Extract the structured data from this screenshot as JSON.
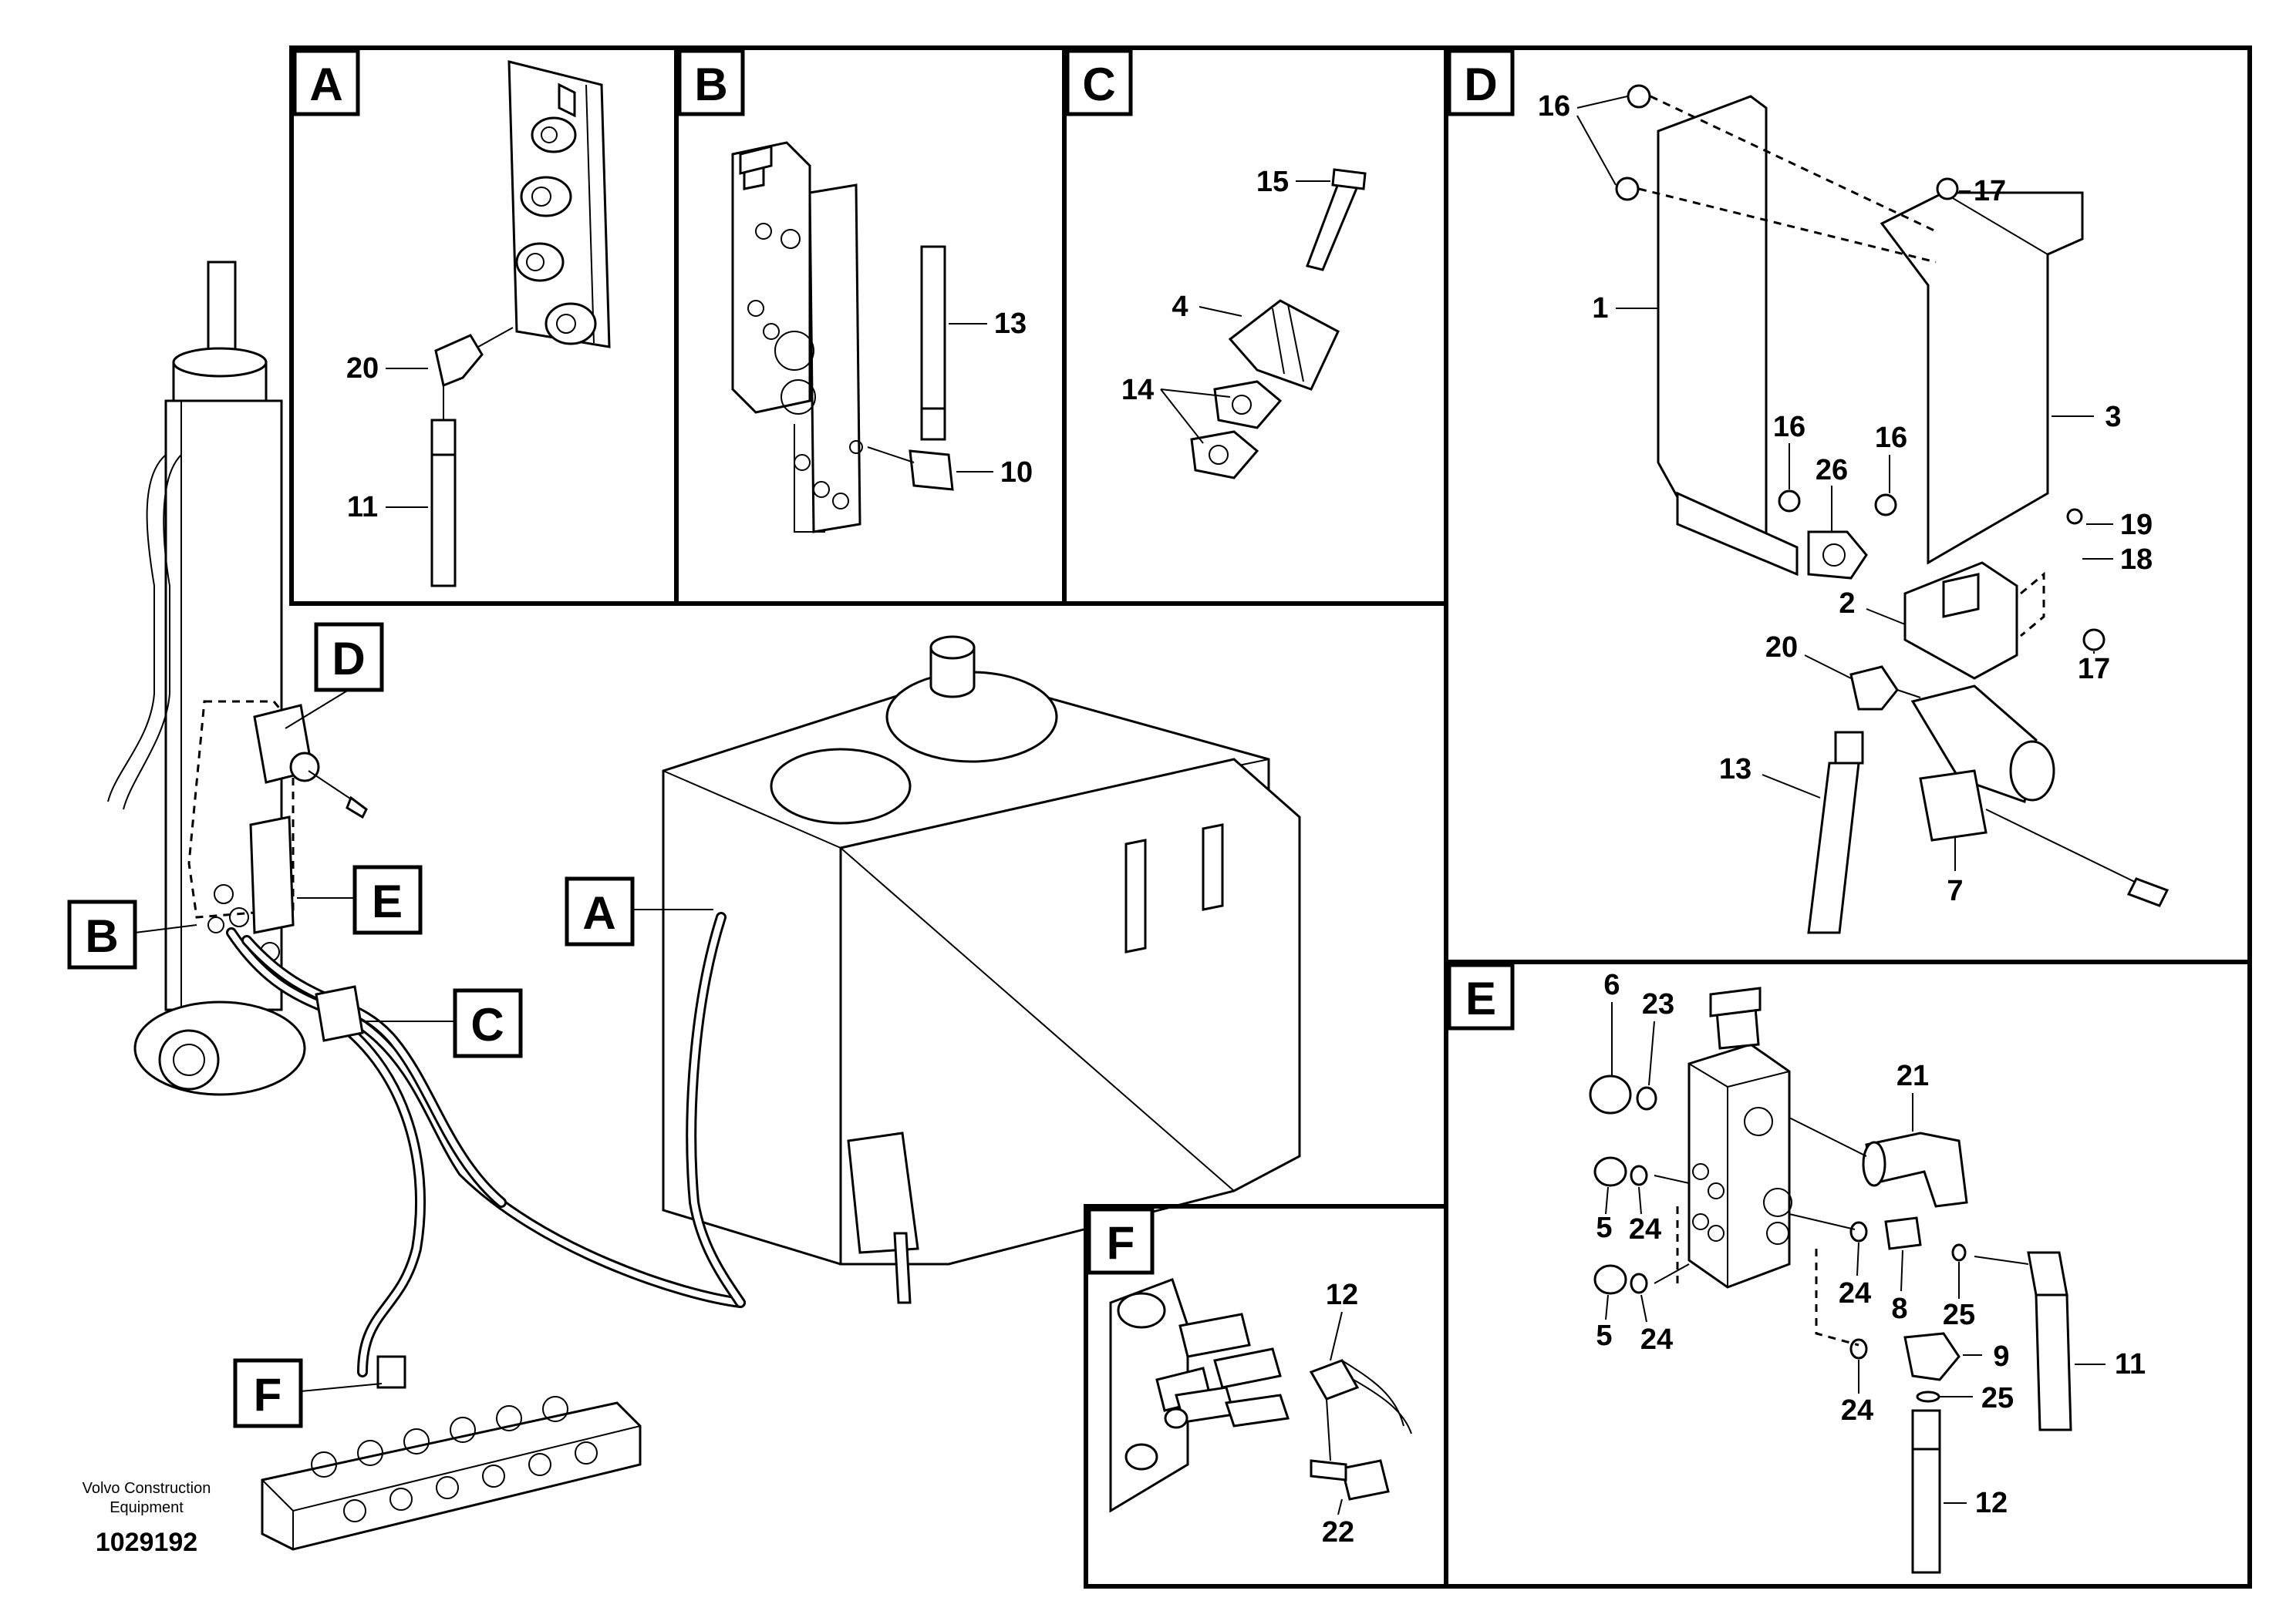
{
  "panels": {
    "A": {
      "letter": "A",
      "callouts": [
        "20",
        "11"
      ]
    },
    "B": {
      "letter": "B",
      "callouts": [
        "13",
        "10"
      ]
    },
    "C": {
      "letter": "C",
      "callouts": [
        "15",
        "4",
        "14"
      ]
    },
    "D": {
      "letter": "D",
      "callouts": [
        "16",
        "17",
        "1",
        "3",
        "16",
        "26",
        "16",
        "19",
        "18",
        "2",
        "17",
        "20",
        "13",
        "7"
      ]
    },
    "E": {
      "letter": "E",
      "callouts": [
        "6",
        "23",
        "21",
        "5",
        "24",
        "24",
        "8",
        "25",
        "9",
        "11",
        "5",
        "24",
        "24",
        "25",
        "12"
      ]
    },
    "F": {
      "letter": "F",
      "callouts": [
        "12",
        "22"
      ]
    }
  },
  "overview_labels": [
    "D",
    "E",
    "B",
    "C",
    "A",
    "F"
  ],
  "caption": {
    "line1": "Volvo Construction",
    "line2": "Equipment",
    "doc_number": "1029192"
  }
}
